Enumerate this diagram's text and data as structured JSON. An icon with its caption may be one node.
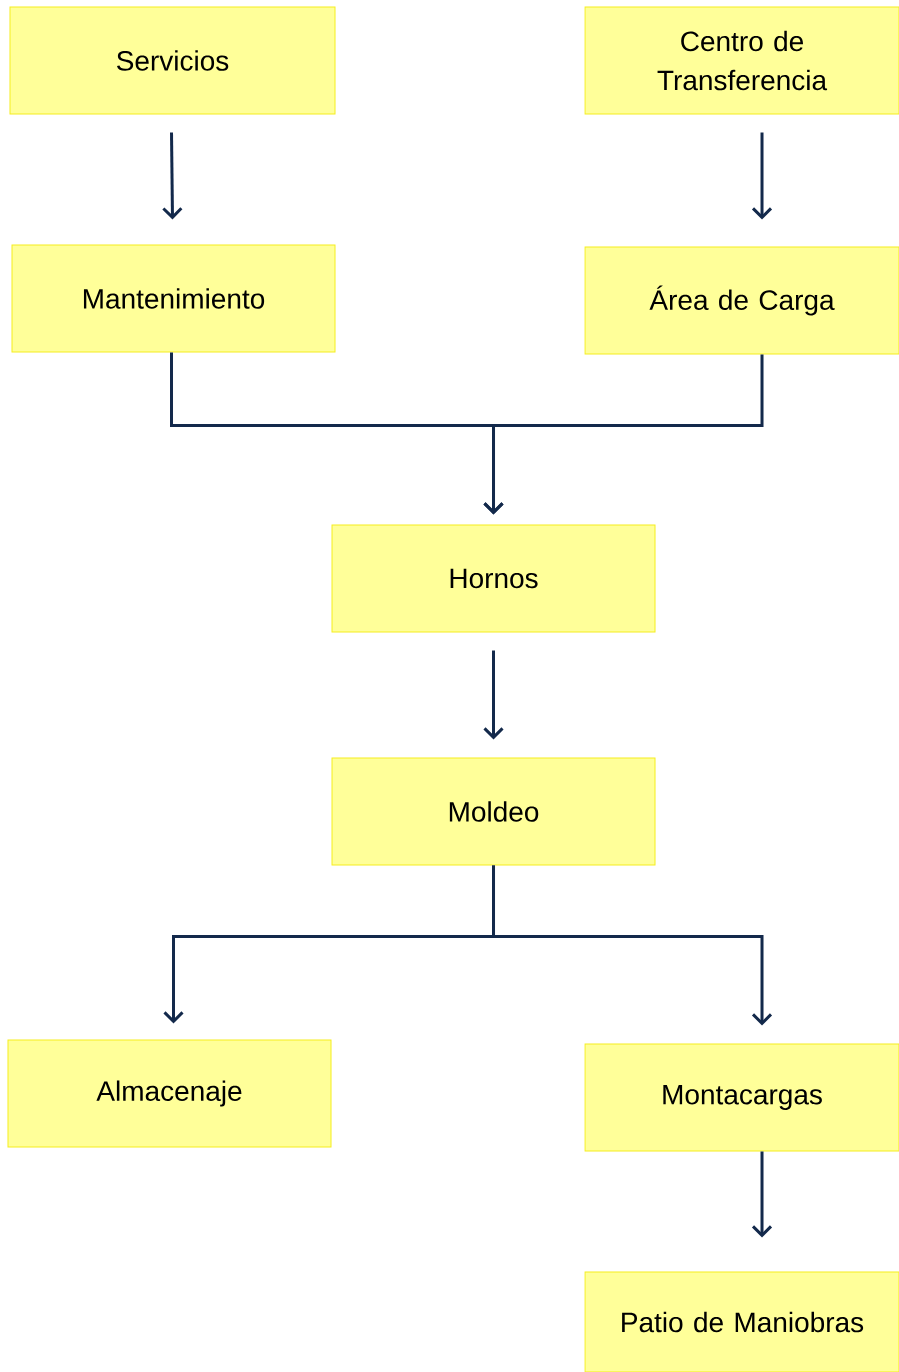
{
  "diagram": {
    "nodes": [
      {
        "text": [
          "Servicios"
        ]
      },
      {
        "text": [
          "Centro de Transferencia"
        ]
      },
      {
        "text": [
          "Mantenimiento"
        ]
      },
      {
        "text": [
          "Área de Carga"
        ]
      },
      {
        "text": [
          "Hornos"
        ]
      },
      {
        "text": [
          "Moldeo"
        ]
      },
      {
        "text": [
          "Almacenaje"
        ]
      },
      {
        "text": [
          "Montacargas"
        ]
      },
      {
        "text": [
          "Patio de Maniobras"
        ]
      }
    ],
    "edges": [
      {
        "from": 0,
        "to": 2,
        "arrow": "to"
      },
      {
        "from": 1,
        "to": 3,
        "arrow": "to"
      },
      {
        "from": 2,
        "to": 4,
        "arrow": "to"
      },
      {
        "from": 3,
        "to": 4,
        "arrow": "to"
      },
      {
        "from": 4,
        "to": 5,
        "arrow": "to"
      },
      {
        "from": 5,
        "to": 6,
        "arrow": "to"
      },
      {
        "from": 5,
        "to": 7,
        "arrow": "to"
      },
      {
        "from": 7,
        "to": 8,
        "arrow": "to"
      }
    ]
  }
}
